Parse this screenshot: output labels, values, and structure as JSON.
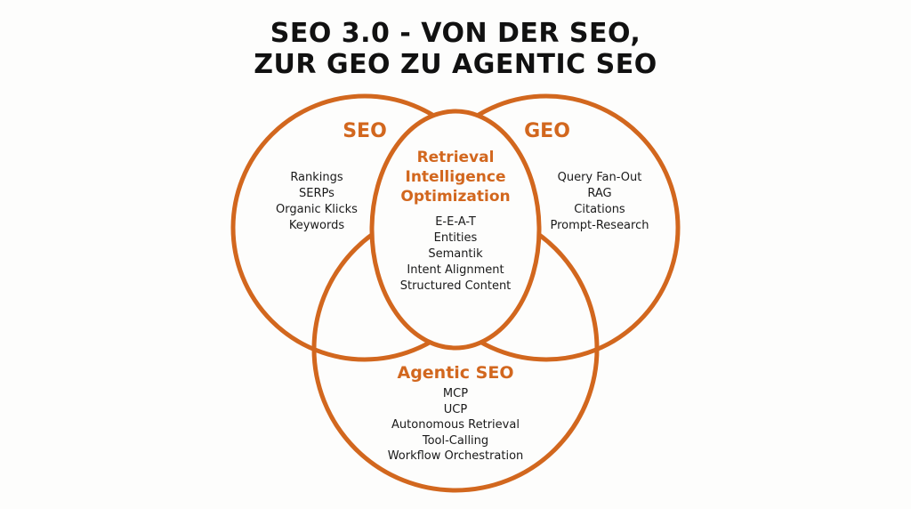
{
  "title": {
    "line1": "SEO 3.0 - VON DER SEO,",
    "line2": "ZUR GEO ZU AGENTIC SEO"
  },
  "accent_color": "#D2671E",
  "sets": {
    "seo": {
      "label": "SEO",
      "items": [
        "Rankings",
        "SERPs",
        "Organic Klicks",
        "Keywords"
      ]
    },
    "geo": {
      "label": "GEO",
      "items": [
        "Query Fan-Out",
        "RAG",
        "Citations",
        "Prompt-Research"
      ]
    },
    "center": {
      "label_lines": [
        "Retrieval",
        "Intelligence",
        "Optimization"
      ],
      "items": [
        "E-E-A-T",
        "Entities",
        "Semantik",
        "Intent Alignment",
        "Structured Content"
      ]
    },
    "agentic": {
      "label": "Agentic SEO",
      "items": [
        "MCP",
        "UCP",
        "Autonomous Retrieval",
        "Tool-Calling",
        "Workflow Orchestration"
      ]
    }
  }
}
